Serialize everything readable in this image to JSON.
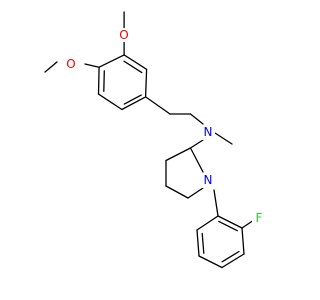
{
  "colors": {
    "background": "#ffffff",
    "bond": "#000000",
    "oxygen": "#ff0000",
    "nitrogen": "#0000ff",
    "fluorine": "#33cc33"
  },
  "atoms": {
    "o_top": "O",
    "o_left": "O",
    "n_amine": "N",
    "n_ring": "N",
    "fluorine": "F"
  }
}
